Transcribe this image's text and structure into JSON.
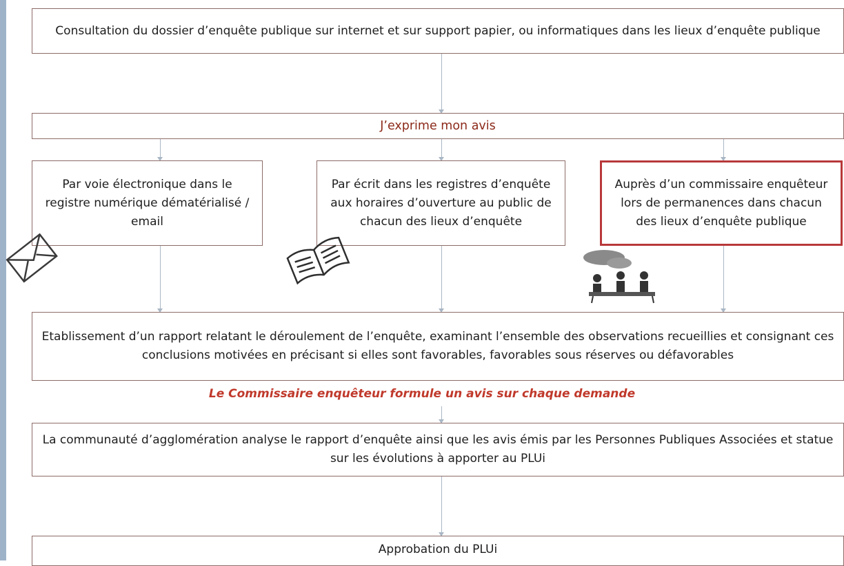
{
  "nodes": {
    "consultation": "Consultation du dossier d’enquête publique sur internet et sur support papier, ou informatiques dans les lieux d’enquête publique",
    "exprime": "J’exprime mon avis",
    "voie_electronique": "Par voie électronique dans le registre numérique dématérialisé / email",
    "par_ecrit": "Par écrit dans les registres d’enquête aux horaires d’ouverture au public de chacun des lieux d’enquête",
    "commissaire": "Auprès d’un commissaire enquêteur lors de permanences dans chacun des lieux d’enquête publique",
    "rapport": "Etablissement d’un rapport relatant le déroulement de l’enquête, examinant l’ensemble des observations recueillies et consignant ces conclusions motivées en précisant si elles sont favorables, favorables sous réserves ou défavorables",
    "commissaire_avis": "Le Commissaire enquêteur formule un avis sur chaque demande",
    "communaute": "La communauté d’agglomération analyse le rapport d’enquête ainsi que les avis émis par les Personnes Publiques Associées et statue sur les évolutions à apporter au PLUi",
    "approbation": "Approbation du PLUi"
  },
  "icons": {
    "email": "envelope-icon",
    "register": "open-book-icon",
    "meeting": "people-meeting-icon"
  },
  "colors": {
    "border": "#8c6b67",
    "highlight_border": "#b8383a",
    "accent_text": "#8c2a1a",
    "note_text": "#c0392b",
    "arrow": "#a9b6c4"
  }
}
